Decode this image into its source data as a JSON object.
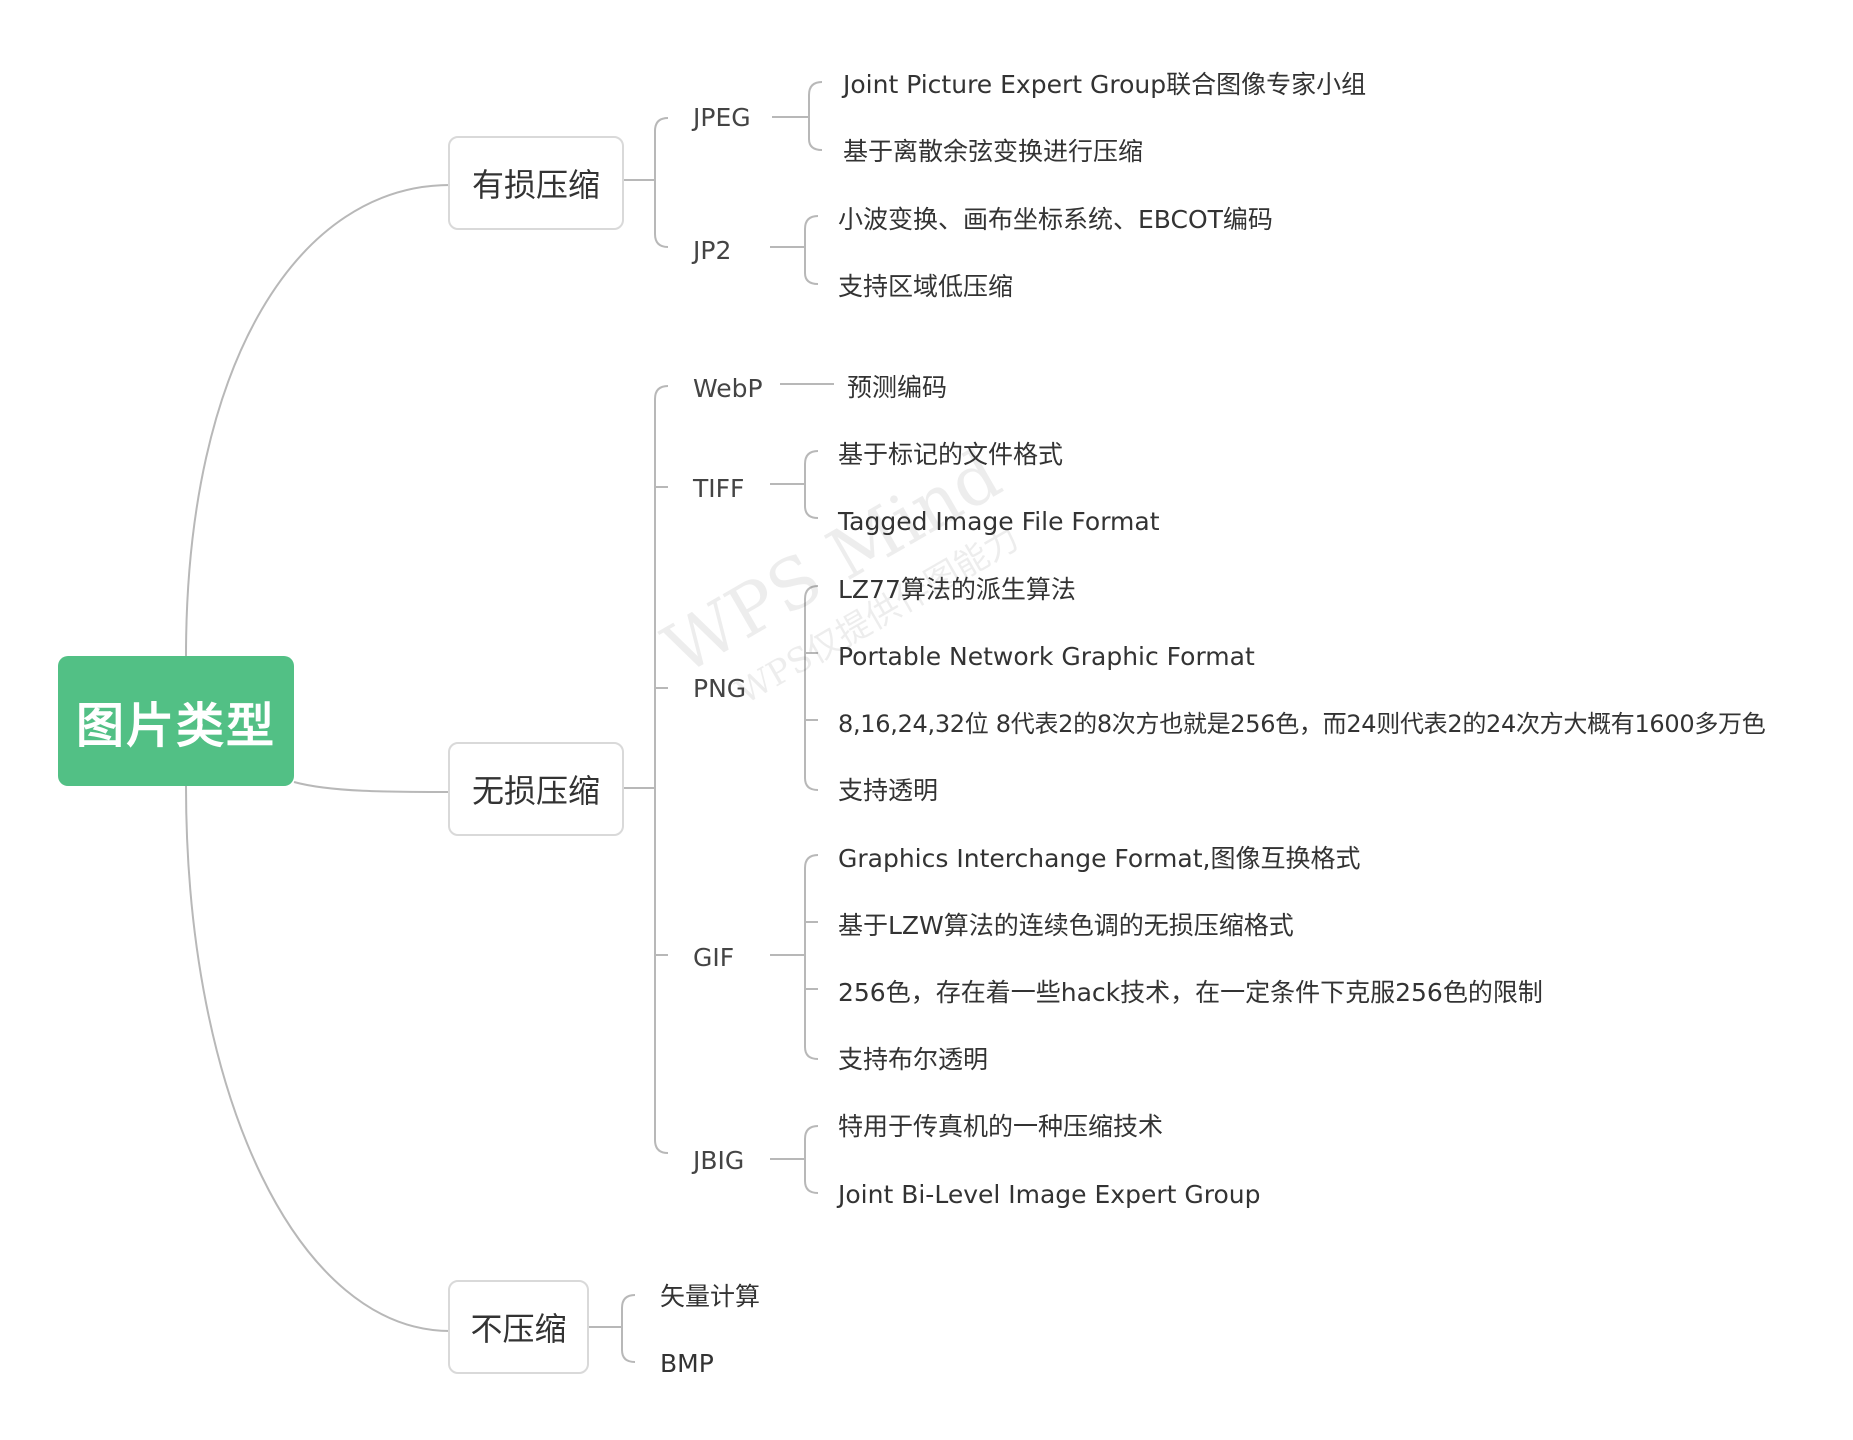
{
  "root": {
    "label": "图片类型"
  },
  "categories": {
    "lossy": {
      "label": "有损压缩",
      "formats": {
        "jpeg": {
          "label": "JPEG",
          "items": [
            "Joint Picture Expert Group联合图像专家小组",
            "基于离散余弦变换进行压缩"
          ]
        },
        "jp2": {
          "label": "JP2",
          "items": [
            "小波变换、画布坐标系统、EBCOT编码",
            "支持区域低压缩"
          ]
        }
      }
    },
    "lossless": {
      "label": "无损压缩",
      "formats": {
        "webp": {
          "label": "WebP",
          "items": [
            "预测编码"
          ]
        },
        "tiff": {
          "label": "TIFF",
          "items": [
            "基于标记的文件格式",
            "Tagged Image File Format"
          ]
        },
        "png": {
          "label": "PNG",
          "items": [
            "LZ77算法的派生算法",
            "Portable Network Graphic Format",
            "8,16,24,32位 8代表2的8次方也就是256色，而24则代表2的24次方大概有1600多万色",
            "支持透明"
          ]
        },
        "gif": {
          "label": "GIF",
          "items": [
            "Graphics Interchange Format,图像互换格式",
            "基于LZW算法的连续色调的无损压缩格式",
            "256色，存在着一些hack技术，在一定条件下克服256色的限制",
            "支持布尔透明"
          ]
        },
        "jbig": {
          "label": "JBIG",
          "items": [
            "特用于传真机的一种压缩技术",
            "Joint Bi-Level Image Expert Group"
          ]
        }
      }
    },
    "uncompressed": {
      "label": "不压缩",
      "items": [
        "矢量计算",
        "BMP"
      ]
    }
  },
  "watermark": {
    "line1": "WPS Mind",
    "line2": "WPS仅提供作图能力"
  }
}
